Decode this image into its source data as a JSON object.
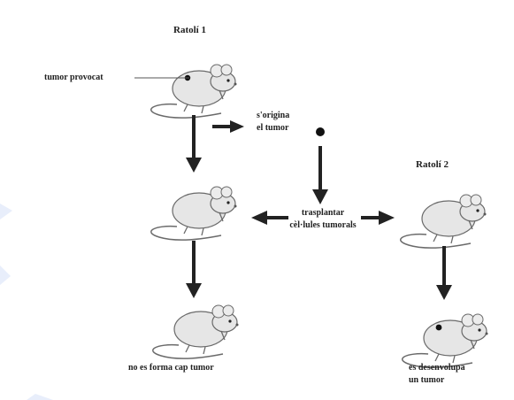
{
  "labels": {
    "mouse1_title": "Ratolí 1",
    "mouse2_title": "Ratolí 2",
    "induced_tumor": "tumor provocat",
    "develops_tumor_line1": "s'origina",
    "develops_tumor_line2": "el tumor",
    "transplant_line1": "trasplantar",
    "transplant_line2": "cèl·lules tumorals",
    "no_tumor": "no es forma cap tumor",
    "develops_line1": "es desenvolupa",
    "develops_line2": "un tumor"
  },
  "colors": {
    "ink": "#1f1f1f",
    "mouse_fill": "#e6e6e6",
    "mouse_stroke": "#6a6a6a",
    "accent_edge": "#e8eefb"
  }
}
